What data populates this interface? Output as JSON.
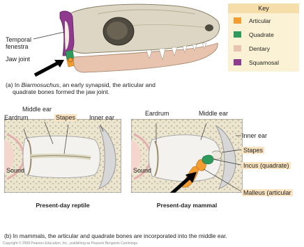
{
  "key": {
    "title": "Key",
    "items": [
      {
        "label": "Articular",
        "color": "#f39c30"
      },
      {
        "label": "Quadrate",
        "color": "#2e9a5c"
      },
      {
        "label": "Dentary",
        "color": "#e8c3ad"
      },
      {
        "label": "Squamosal",
        "color": "#8f3a8f"
      }
    ]
  },
  "panel_a": {
    "labels": {
      "temporal_fenestra_line1": "Temporal",
      "temporal_fenestra_line2": "fenestra",
      "jaw_joint": "Jaw joint"
    },
    "caption_prefix": "(a) In ",
    "caption_italic": "Biarmosuchus",
    "caption_rest": ", an early synapsid, the articular and",
    "caption_line2": "quadrate bones formed the jaw joint."
  },
  "panel_reptile": {
    "labels": {
      "middle_ear": "Middle ear",
      "eardrum": "Eardrum",
      "stapes": "Stapes",
      "inner_ear": "Inner ear",
      "sound": "Sound"
    },
    "subtitle": "Present-day reptile"
  },
  "panel_mammal": {
    "labels": {
      "eardrum": "Eardrum",
      "middle_ear": "Middle ear",
      "inner_ear": "Inner ear",
      "stapes": "Stapes",
      "incus": "Incus (quadrate)",
      "malleus": "Malleus (articular",
      "sound": "Sound"
    },
    "subtitle": "Present-day mammal"
  },
  "caption_b": "(b) In mammals, the articular and quadrate bones are incorporated into the middle ear.",
  "copyright": "Copyright © 2008 Pearson Education, Inc., publishing as Pearson Benjamin Cummings."
}
